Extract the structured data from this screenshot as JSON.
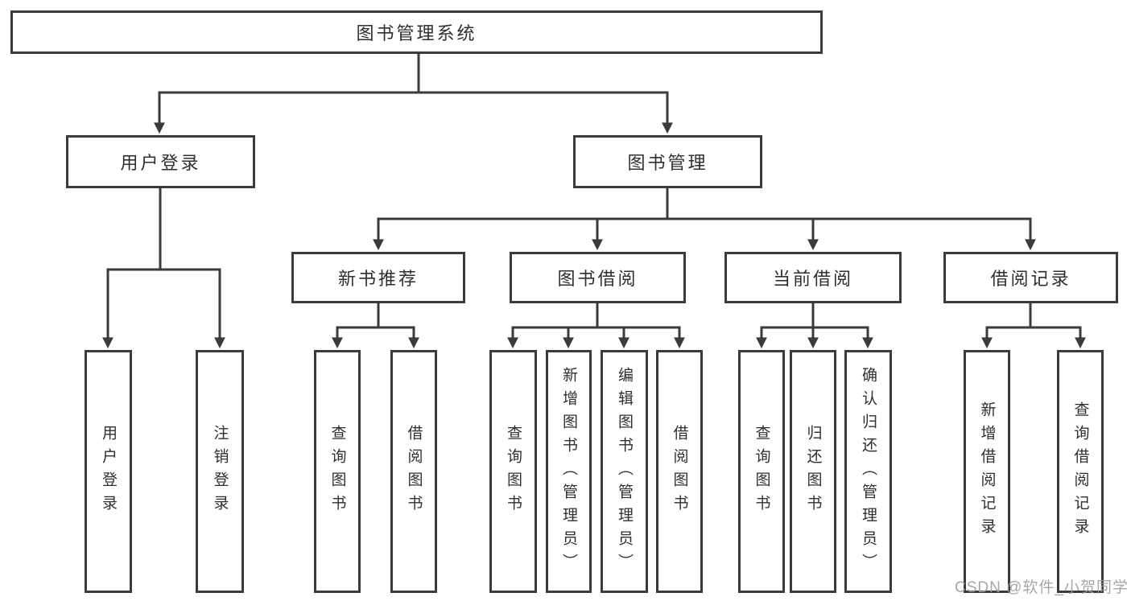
{
  "tree": {
    "label": "图书管理系统",
    "children": [
      {
        "label": "用户登录",
        "children": [
          {
            "label": "用户登录"
          },
          {
            "label": "注销登录"
          }
        ]
      },
      {
        "label": "图书管理",
        "children": [
          {
            "label": "新书推荐",
            "children": [
              {
                "label": "查询图书"
              },
              {
                "label": "借阅图书"
              }
            ]
          },
          {
            "label": "图书借阅",
            "children": [
              {
                "label": "查询图书"
              },
              {
                "label": "新增图书（管理员）"
              },
              {
                "label": "编辑图书（管理员）"
              },
              {
                "label": "借阅图书"
              }
            ]
          },
          {
            "label": "当前借阅",
            "children": [
              {
                "label": "查询图书"
              },
              {
                "label": "归还图书"
              },
              {
                "label": "确认归还（管理员）"
              }
            ]
          },
          {
            "label": "借阅记录",
            "children": [
              {
                "label": "新增借阅记录"
              },
              {
                "label": "查询借阅记录"
              }
            ]
          }
        ]
      }
    ]
  },
  "watermark": {
    "text": "CSDN @软件_小贺同学"
  },
  "colors": {
    "line": "#3b3b3b",
    "text": "#2f2f2f",
    "watermark": "#9e9e9e",
    "background": "#ffffff"
  }
}
